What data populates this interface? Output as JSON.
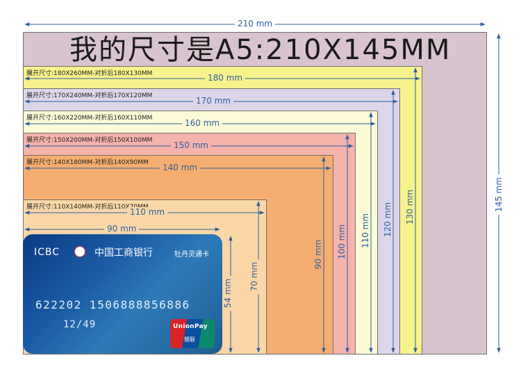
{
  "title": "我的尺寸是A5:210X145MM",
  "outer": {
    "label_width": "210 mm",
    "label_height": "145 mm",
    "color": "#d8c3ce"
  },
  "sizes": [
    {
      "label": "展开尺寸:180X260MM-对折后180X130MM",
      "width_label": "180 mm",
      "height_label": "130 mm",
      "color": "#f7f28c"
    },
    {
      "label": "展开尺寸:170X240MM-对折后170X120MM",
      "width_label": "170 mm",
      "height_label": "120 mm",
      "color": "#ddd6ea"
    },
    {
      "label": "展开尺寸:160X220MM-对折后160X110MM",
      "width_label": "160 mm",
      "height_label": "110 mm",
      "color": "#fcfbd6"
    },
    {
      "label": "展开尺寸:150X200MM-对折后150X100MM",
      "width_label": "150 mm",
      "height_label": "100 mm",
      "color": "#f4b3ab"
    },
    {
      "label": "展开尺寸:140X180MM-对折后140X90MM",
      "width_label": "140 mm",
      "height_label": "90 mm",
      "color": "#f5ae6f"
    },
    {
      "label": "展开尺寸:110X140MM-对折后110X70MM",
      "width_label": "110 mm",
      "height_label": "70 mm",
      "color": "#fbd7a7"
    }
  ],
  "card": {
    "width_label": "90 mm",
    "height_label": "54 mm",
    "brand": "ICBC",
    "bank_name": "中国工商银行",
    "product": "牡丹灵通卡",
    "number": "622202 1506888856886",
    "expiry": "12/49",
    "network": "UnionPay",
    "network_cn": "银联"
  },
  "colors": {
    "dimension": "#2b5f9e"
  }
}
